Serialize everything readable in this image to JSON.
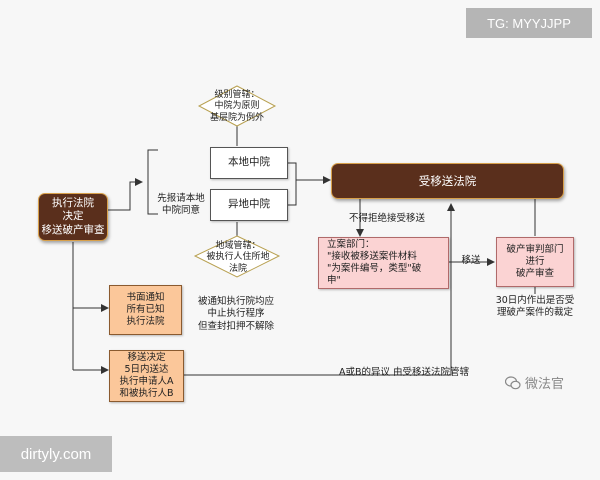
{
  "watermarks": {
    "tg": "TG: MYYJJPP",
    "site": "dirtyly.com",
    "logo_text": "微法官"
  },
  "diagram": {
    "start_node": "执行法院\n决定\n移送破产审查",
    "level_diamond": "级别管辖：\n中院为原则\n基层院为例外",
    "report_label": "先报请本地\n中院同意",
    "local_court": "本地中院",
    "other_court": "异地中院",
    "region_diamond": "地域管辖：\n被执行人住所地\n法院",
    "receiving_court": "受移送法院",
    "no_refuse_label": "不得拒绝接受移送",
    "filing_box": "立案部门：\n\"接收被移送案件材料\n\"为案件编号，类型\"破\n申\"",
    "transfer_label": "移送",
    "bankruptcy_box": "破产审判部门\n进行\n破产审查",
    "ruling_label": "30日内作出是否受\n理破产案件的裁定",
    "notice_box": "书面通知\n所有已知\n执行法院",
    "notice_label": "被通知执行院均应\n中止执行程序\n但查封扣押不解除",
    "service_box": "移送决定\n5日内送达\n执行申请人A\n和被执行人B",
    "objection_label": "A或B的异议 由受移送法院管辖"
  },
  "colors": {
    "primary_dark": "#5a2f1c",
    "orange_box": "#fbc79a",
    "pink_box": "#fbd3d3",
    "line": "#333333"
  }
}
